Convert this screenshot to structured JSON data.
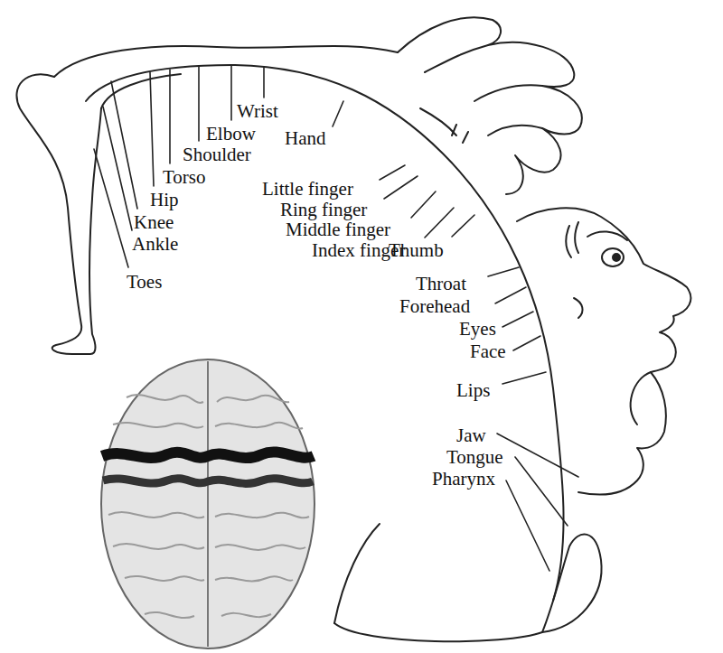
{
  "diagram": {
    "labels": [
      "Wrist",
      "Elbow",
      "Shoulder",
      "Torso",
      "Hip",
      "Knee",
      "Ankle",
      "Toes",
      "Hand",
      "Little finger",
      "Ring finger",
      "Middle finger",
      "Index finger",
      "Thumb",
      "Throat",
      "Forehead",
      "Eyes",
      "Face",
      "Lips",
      "Jaw",
      "Tongue",
      "Pharynx"
    ]
  }
}
